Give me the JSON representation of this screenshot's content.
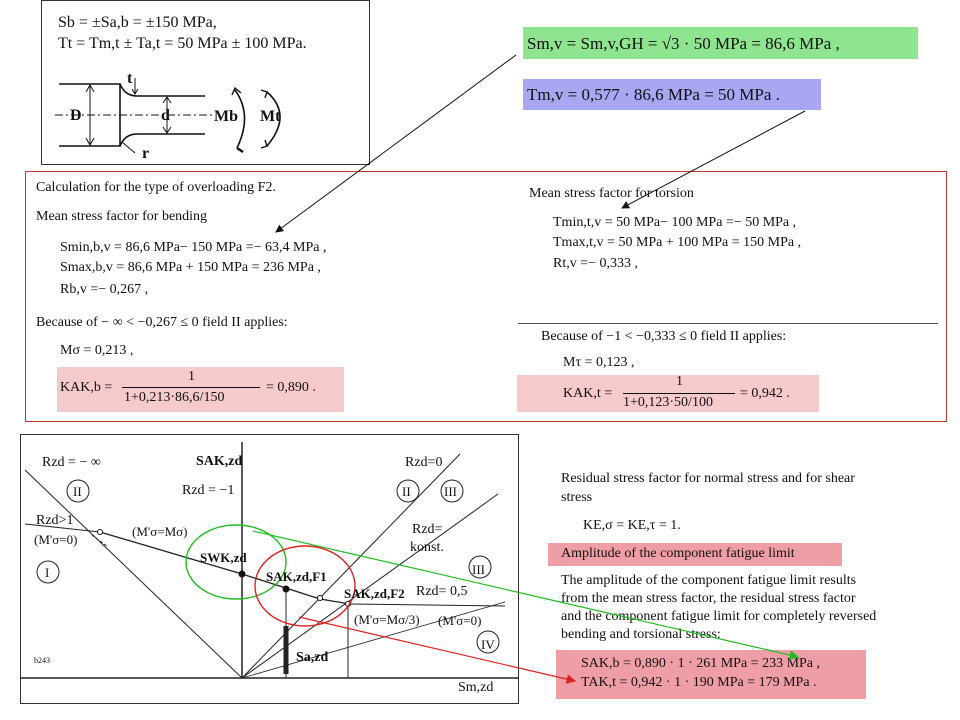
{
  "top_left": {
    "line1": "Sb = ±Sa,b = ±150 MPa,",
    "line2": "Tt = Tm,t ± Ta,t = 50 MPa  ± 100 MPa.",
    "fig_t": "t",
    "fig_D": "D",
    "fig_d": "d",
    "fig_Mb": "Mb",
    "fig_Mt": "Mt",
    "fig_r": "r"
  },
  "top_right": {
    "sm_v": "Sm,v = Sm,v,GH = √3 · 50 MPa = 86,6 MPa ,",
    "tm_v": "Tm,v = 0,577 · 86,6 MPa = 50 MPa ."
  },
  "red_box": {
    "left": {
      "title": "Calculation for the type of overloading F2.",
      "subtitle": "Mean stress factor for bending",
      "smin": "Smin,b,v = 86,6 MPa− 150 MPa =− 63,4 MPa ,",
      "smax": "Smax,b,v = 86,6 MPa + 150 MPa = 236 MPa ,",
      "rb": "Rb,v =− 0,267 ,",
      "because": "Because of  − ∞ < −0,267 ≤ 0  field II applies:",
      "msigma": "Mσ = 0,213 ,",
      "kak_label": "KAK,b =",
      "kak_num": "1",
      "kak_den": "1+0,213·86,6/150",
      "kak_result": "= 0,890 ."
    },
    "right": {
      "subtitle": "Mean stress factor for torsion",
      "tmin": "Tmin,t,v = 50 MPa− 100 MPa =− 50 MPa ,",
      "tmax": "Tmax,t,v = 50 MPa + 100 MPa = 150 MPa ,",
      "rt": "Rt,v =− 0,333 ,",
      "because": "Because of  −1 < −0,333 ≤ 0  field II applies:",
      "mtau": "Mτ = 0,123 ,",
      "kak_label": "KAK,t =",
      "kak_num": "1",
      "kak_den": "1+0,123·50/100",
      "kak_result": "= 0,942 ."
    }
  },
  "diagram": {
    "r_neg_inf": "Rzd = − ∞",
    "region_II_left": "II",
    "s_ak_zd": "SAK,zd",
    "r_minus1": "Rzd = −1",
    "r_zero": "Rzd=0",
    "region_II_right": "II",
    "region_III_top": "III",
    "r_gt1": "Rzd>1",
    "m0_left": "(M'σ=0)",
    "region_I": "I",
    "m_eq": "(M'σ=Mσ)",
    "s_wk_zd": "SWK,zd",
    "s_ak_f1": "SAK,zd,F1",
    "s_ak_f2": "SAK,zd,F2",
    "r_konst": "Rzd=",
    "r_konst2": "konst.",
    "r_half": "Rzd= 0,5",
    "region_III_mid": "III",
    "m_third": "(M'σ=Mσ/3)",
    "m0_right": "(M'σ=0)",
    "region_IV": "IV",
    "s_a_zd": "Sa,zd",
    "s_m_zd": "Sm,zd",
    "code": "b243"
  },
  "bottom_right": {
    "residual": "Residual stress factor for normal stress and for shear",
    "residual2": "stress",
    "ke": "KE,σ = KE,τ = 1.",
    "heading": "Amplitude of the component fatigue limit",
    "para1": "The amplitude of the component fatigue limit results",
    "para2": "from the mean stress factor, the residual stress factor",
    "para3": "and the component fatigue limit for completely reversed",
    "para4": "bending and torsional stress:",
    "sak": "SAK,b = 0,890 · 1 · 261 MPa = 233 MPa ,",
    "tak": "TAK,t = 0,942 · 1 · 190 MPa = 179 MPa ."
  },
  "colors": {
    "green_highlight": "#8fe58f",
    "blue_highlight": "#a9a6f2",
    "pink_highlight": "#f6c9cc",
    "red_highlight": "#f09ea6",
    "frame_red": "#c0392b",
    "arrow_green": "#22bb22",
    "arrow_red": "#dd2222"
  }
}
